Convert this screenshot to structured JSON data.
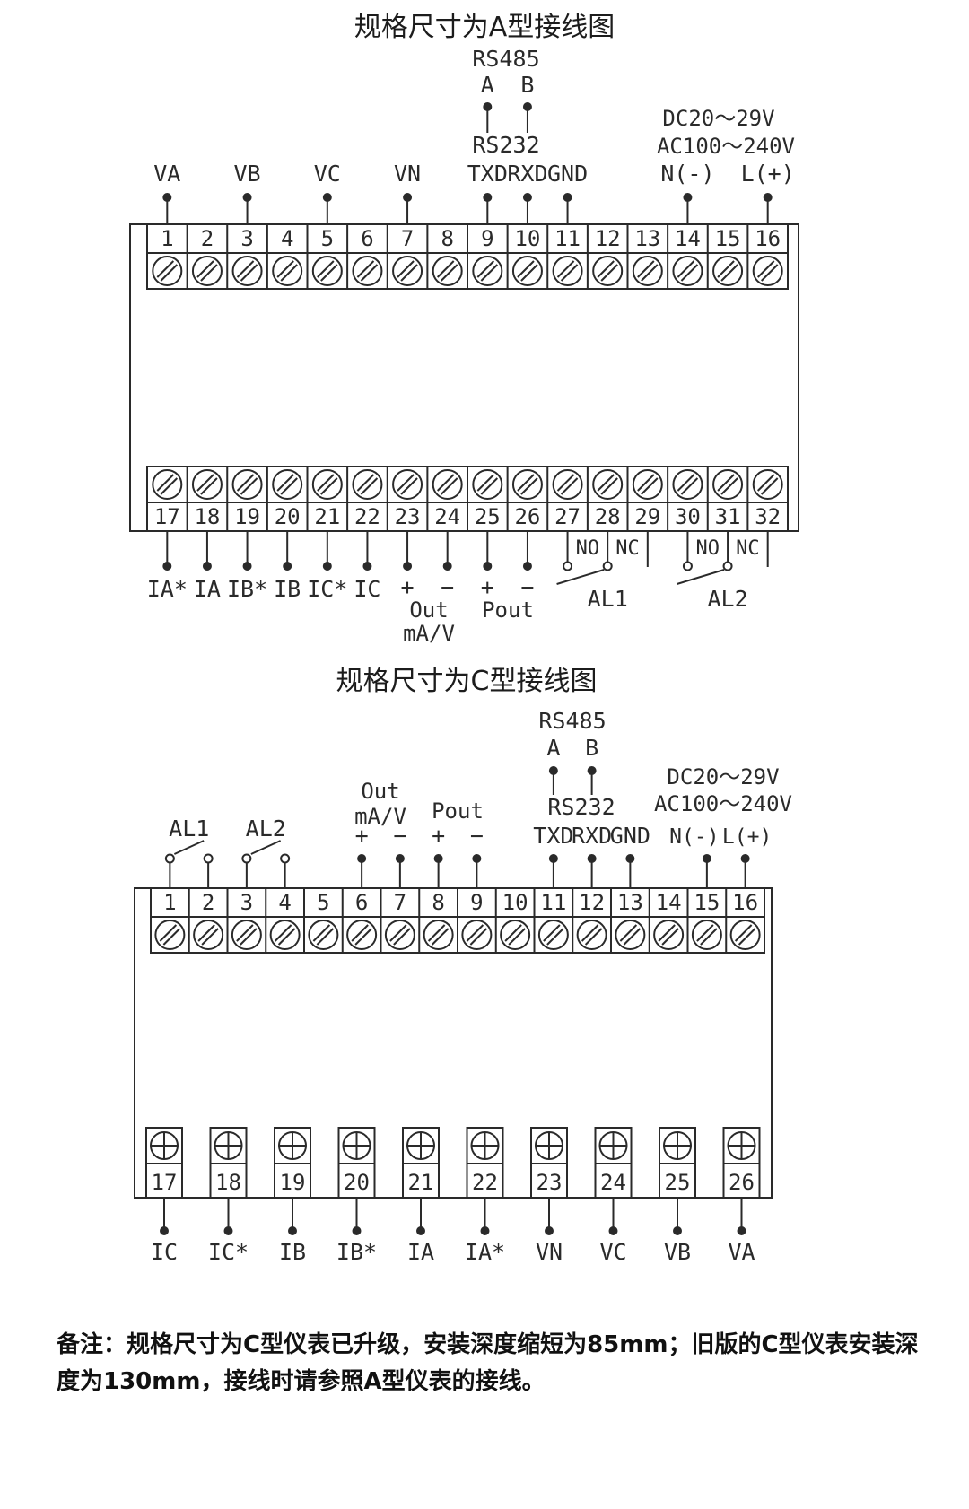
{
  "diagram_a": {
    "title": "规格尺寸为A型接线图",
    "top_terminals": [
      "1",
      "2",
      "3",
      "4",
      "5",
      "6",
      "7",
      "8",
      "9",
      "10",
      "11",
      "12",
      "13",
      "14",
      "15",
      "16"
    ],
    "bottom_terminals": [
      "17",
      "18",
      "19",
      "20",
      "21",
      "22",
      "23",
      "24",
      "25",
      "26",
      "27",
      "28",
      "29",
      "30",
      "31",
      "32"
    ],
    "voltage_inputs": [
      {
        "label": "VA",
        "terminal": 1
      },
      {
        "label": "VB",
        "terminal": 3
      },
      {
        "label": "VC",
        "terminal": 5
      },
      {
        "label": "VN",
        "terminal": 7
      }
    ],
    "rs485": {
      "title": "RS485",
      "pins": [
        {
          "label": "A",
          "terminal": 9
        },
        {
          "label": "B",
          "terminal": 10
        }
      ]
    },
    "rs232": {
      "title": "RS232",
      "pins": [
        {
          "label": "TXD",
          "terminal": 9
        },
        {
          "label": "RXD",
          "terminal": 10
        },
        {
          "label": "GND",
          "terminal": 11
        }
      ]
    },
    "power": {
      "dc": "DC20～29V",
      "ac": "AC100～240V",
      "pins": [
        {
          "label": "N(-)",
          "terminal": 14
        },
        {
          "label": "L(+)",
          "terminal": 16
        }
      ]
    },
    "current_inputs": [
      {
        "label": "IA*",
        "terminal": 17
      },
      {
        "label": "IA",
        "terminal": 18
      },
      {
        "label": "IB*",
        "terminal": 19
      },
      {
        "label": "IB",
        "terminal": 20
      },
      {
        "label": "IC*",
        "terminal": 21
      },
      {
        "label": "IC",
        "terminal": 22
      }
    ],
    "analog_out": {
      "name": "Out",
      "unit": "mA/V",
      "pins": [
        {
          "label": "+",
          "terminal": 23
        },
        {
          "label": "−",
          "terminal": 24
        }
      ]
    },
    "pulse_out": {
      "name": "Pout",
      "pins": [
        {
          "label": "+",
          "terminal": 25
        },
        {
          "label": "−",
          "terminal": 26
        }
      ]
    },
    "alarms": [
      {
        "name": "AL1",
        "contacts": [
          "NO",
          "NC"
        ],
        "terminals": [
          27,
          28,
          29
        ]
      },
      {
        "name": "AL2",
        "contacts": [
          "NO",
          "NC"
        ],
        "terminals": [
          30,
          31,
          32
        ]
      }
    ]
  },
  "diagram_c": {
    "title": "规格尺寸为C型接线图",
    "top_terminals": [
      "1",
      "2",
      "3",
      "4",
      "5",
      "6",
      "7",
      "8",
      "9",
      "10",
      "11",
      "12",
      "13",
      "14",
      "15",
      "16"
    ],
    "bottom_terminals": [
      "17",
      "18",
      "19",
      "20",
      "21",
      "22",
      "23",
      "24",
      "25",
      "26"
    ],
    "alarms": [
      {
        "name": "AL1",
        "terminals": [
          1,
          2
        ]
      },
      {
        "name": "AL2",
        "terminals": [
          3,
          4
        ]
      }
    ],
    "analog_out": {
      "name": "Out",
      "unit": "mA/V",
      "pins": [
        {
          "label": "+",
          "terminal": 6
        },
        {
          "label": "−",
          "terminal": 7
        }
      ]
    },
    "pulse_out": {
      "name": "Pout",
      "pins": [
        {
          "label": "+",
          "terminal": 8
        },
        {
          "label": "−",
          "terminal": 9
        }
      ]
    },
    "rs485": {
      "title": "RS485",
      "pins": [
        {
          "label": "A",
          "terminal": 11
        },
        {
          "label": "B",
          "terminal": 12
        }
      ]
    },
    "rs232": {
      "title": "RS232",
      "pins": [
        {
          "label": "TXD",
          "terminal": 11
        },
        {
          "label": "RXD",
          "terminal": 12
        },
        {
          "label": "GND",
          "terminal": 13
        }
      ]
    },
    "power": {
      "dc": "DC20～29V",
      "ac": "AC100～240V",
      "pins": [
        {
          "label": "N(-)",
          "terminal": 15
        },
        {
          "label": "L(+)",
          "terminal": 16
        }
      ]
    },
    "bottom_labels": [
      {
        "label": "IC",
        "terminal": 17
      },
      {
        "label": "IC*",
        "terminal": 18
      },
      {
        "label": "IB",
        "terminal": 19
      },
      {
        "label": "IB*",
        "terminal": 20
      },
      {
        "label": "IA",
        "terminal": 21
      },
      {
        "label": "IA*",
        "terminal": 22
      },
      {
        "label": "VN",
        "terminal": 23
      },
      {
        "label": "VC",
        "terminal": 24
      },
      {
        "label": "VB",
        "terminal": 25
      },
      {
        "label": "VA",
        "terminal": 26
      }
    ]
  },
  "note": {
    "line1": "备注：规格尺寸为C型仪表已升级，安装深度缩短为85mm；旧版的C型仪表安装深",
    "line2": "度为130mm，接线时请参照A型仪表的接线。"
  }
}
